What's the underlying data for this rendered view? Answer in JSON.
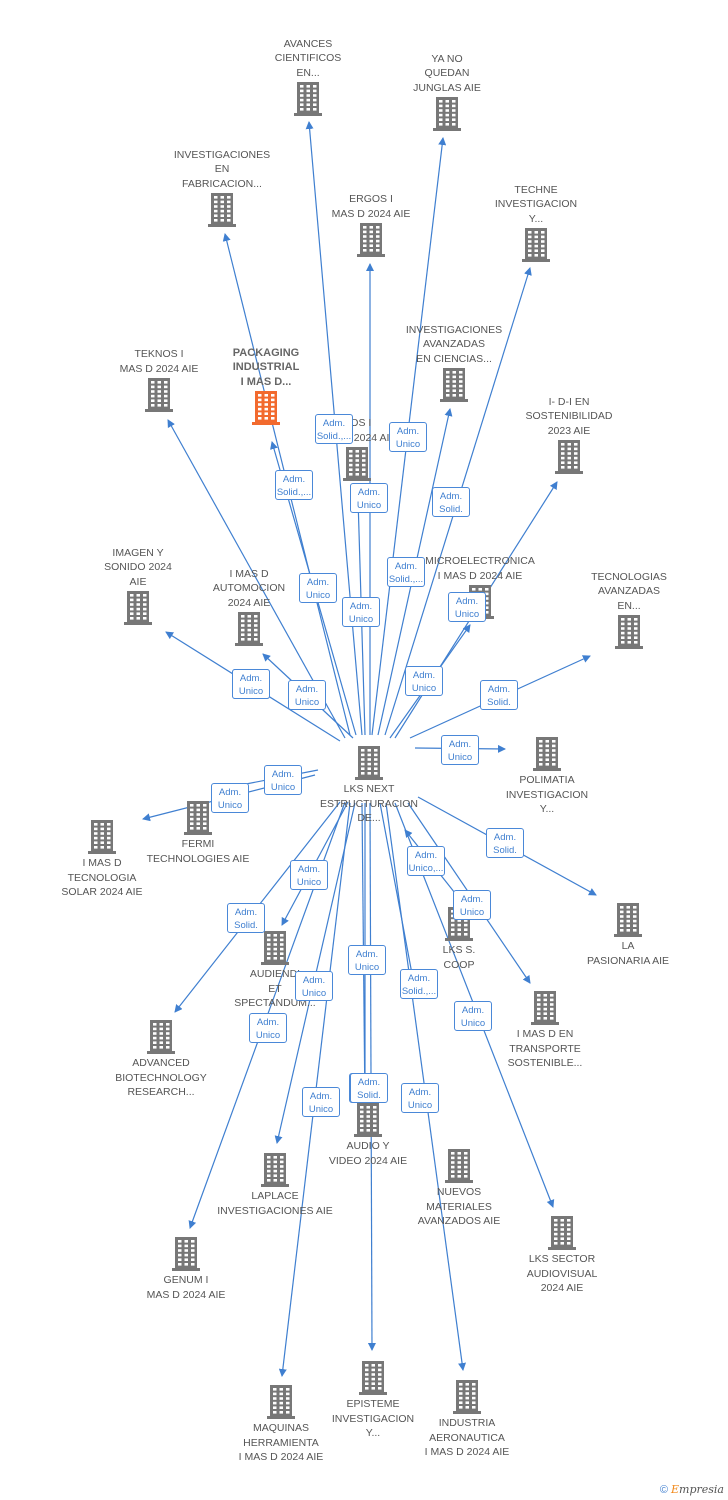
{
  "colors": {
    "edge": "#3f7fd0",
    "node": "#777777",
    "highlight": "#f26a2e"
  },
  "center": {
    "id": "c",
    "label": "LKS NEXT\nESTRUCTURACION\nDE..."
  },
  "nodes": [
    {
      "id": "n1",
      "label": "AVANCES\nCIENTIFICOS\nEN...",
      "highlight": false
    },
    {
      "id": "n2",
      "label": "YA NO\nQUEDAN\nJUNGLAS AIE",
      "highlight": false
    },
    {
      "id": "n3",
      "label": "INVESTIGACIONES\nEN\nFABRICACION...",
      "highlight": false
    },
    {
      "id": "n4",
      "label": "ERGOS I\nMAS D 2024 AIE",
      "highlight": false
    },
    {
      "id": "n5",
      "label": "TECHNE\nINVESTIGACION\nY...",
      "highlight": false
    },
    {
      "id": "n6",
      "label": "INVESTIGACIONES\nAVANZADAS\nEN CIENCIAS...",
      "highlight": false
    },
    {
      "id": "n7",
      "label": "TEKNOS I\nMAS D 2024 AIE",
      "highlight": false
    },
    {
      "id": "n8",
      "label": "PACKAGING\nINDUSTRIAL\nI MAS D...",
      "highlight": true
    },
    {
      "id": "n9",
      "label": "DOS I\nMAS D 2024 AIE",
      "highlight": false
    },
    {
      "id": "n10",
      "label": "I- D-I EN\nSOSTENIBILIDAD\n2023 AIE",
      "highlight": false
    },
    {
      "id": "n11",
      "label": "IMAGEN Y\nSONIDO 2024\nAIE",
      "highlight": false
    },
    {
      "id": "n12",
      "label": "I MAS D\nAUTOMOCION\n2024 AIE",
      "highlight": false
    },
    {
      "id": "n13",
      "label": "MICROELECTRONICA\nI MAS D 2024 AIE",
      "highlight": false
    },
    {
      "id": "n14",
      "label": "TECNOLOGIAS\nAVANZADAS\nEN...",
      "highlight": false
    },
    {
      "id": "n15",
      "label": "POLIMATIA\nINVESTIGACION\nY...",
      "highlight": false
    },
    {
      "id": "n16",
      "label": "FERMI\nTECHNOLOGIES AIE",
      "highlight": false
    },
    {
      "id": "n17",
      "label": "I MAS D\nTECNOLOGIA\nSOLAR 2024 AIE",
      "highlight": false
    },
    {
      "id": "n18",
      "label": "LA\nPASIONARIA AIE",
      "highlight": false
    },
    {
      "id": "n19",
      "label": "LKS S.\nCOOP",
      "highlight": false
    },
    {
      "id": "n20",
      "label": "AUDIENDI\nET\nSPECTANDUM...",
      "highlight": false
    },
    {
      "id": "n21",
      "label": "I MAS D EN\nTRANSPORTE\nSOSTENIBLE...",
      "highlight": false
    },
    {
      "id": "n22",
      "label": "ADVANCED\nBIOTECHNOLOGY\nRESEARCH...",
      "highlight": false
    },
    {
      "id": "n23",
      "label": "AUDIO Y\nVIDEO 2024  AIE",
      "highlight": false
    },
    {
      "id": "n24",
      "label": "NUEVOS\nMATERIALES\nAVANZADOS AIE",
      "highlight": false
    },
    {
      "id": "n25",
      "label": "LAPLACE\nINVESTIGACIONES AIE",
      "highlight": false
    },
    {
      "id": "n26",
      "label": "LKS SECTOR\nAUDIOVISUAL\n2024 AIE",
      "highlight": false
    },
    {
      "id": "n27",
      "label": "GENUM I\nMAS D 2024 AIE",
      "highlight": false
    },
    {
      "id": "n28",
      "label": "EPISTEME\nINVESTIGACION\nY...",
      "highlight": false
    },
    {
      "id": "n29",
      "label": "INDUSTRIA\nAERONAUTICA\nI MAS D 2024 AIE",
      "highlight": false
    },
    {
      "id": "n30",
      "label": "MAQUINAS\nHERRAMIENTA\nI MAS D 2024 AIE",
      "highlight": false
    }
  ],
  "edges": [
    {
      "from": "c",
      "to": "n1",
      "label": "Adm.\nSolid.,..."
    },
    {
      "from": "c",
      "to": "n2",
      "label": "Adm.\nUnico"
    },
    {
      "from": "c",
      "to": "n3",
      "label": "Adm.\nUnico"
    },
    {
      "from": "c",
      "to": "n4",
      "label": "Adm.\nUnico"
    },
    {
      "from": "c",
      "to": "n5",
      "label": "Adm.\nSolid."
    },
    {
      "from": "c",
      "to": "n6",
      "label": "Adm.\nSolid.,..."
    },
    {
      "from": "c",
      "to": "n7",
      "label": "Adm.\nUnico"
    },
    {
      "from": "c",
      "to": "n8",
      "label": "Adm.\nSolid.,..."
    },
    {
      "from": "c",
      "to": "n9",
      "label": "Adm.\nUnico"
    },
    {
      "from": "c",
      "to": "n10",
      "label": "Adm.\nUnico"
    },
    {
      "from": "c",
      "to": "n11",
      "label": "Adm.\nUnico"
    },
    {
      "from": "c",
      "to": "n12",
      "label": "Adm.\nUnico"
    },
    {
      "from": "c",
      "to": "n13",
      "label": "Adm.\nUnico"
    },
    {
      "from": "c",
      "to": "n14",
      "label": "Adm.\nSolid."
    },
    {
      "from": "c",
      "to": "n15",
      "label": "Adm.\nUnico"
    },
    {
      "from": "c",
      "to": "n16",
      "label": "Adm.\nUnico"
    },
    {
      "from": "c",
      "to": "n17",
      "label": "Adm.\nUnico"
    },
    {
      "from": "c",
      "to": "n18",
      "label": "Adm.\nSolid."
    },
    {
      "from": "n19",
      "to": "c",
      "label": "Adm.\nUnico,..."
    },
    {
      "from": "c",
      "to": "n20",
      "label": "Adm.\nUnico"
    },
    {
      "from": "c",
      "to": "n21",
      "label": "Adm.\nUnico"
    },
    {
      "from": "c",
      "to": "n22",
      "label": "Adm.\nSolid."
    },
    {
      "from": "c",
      "to": "n23",
      "label": "Adm.\nSolid.,..."
    },
    {
      "from": "c",
      "to": "n24",
      "label": "Adm.\nSolid.,..."
    },
    {
      "from": "c",
      "to": "n25",
      "label": "Adm.\nUnico"
    },
    {
      "from": "c",
      "to": "n26",
      "label": "Adm.\nUnico"
    },
    {
      "from": "c",
      "to": "n27",
      "label": "Adm.\nUnico"
    },
    {
      "from": "c",
      "to": "n28",
      "label": "Adm.\nUnico"
    },
    {
      "from": "c",
      "to": "n29",
      "label": "Adm.\nUnico"
    },
    {
      "from": "c",
      "to": "n30",
      "label": "Adm.\nUnico"
    },
    {
      "from": "c",
      "to": "n23",
      "label": "Adm.\nSolid."
    }
  ],
  "footer": {
    "copyright": "©",
    "brand_first": "E",
    "brand_rest": "mpresia"
  }
}
